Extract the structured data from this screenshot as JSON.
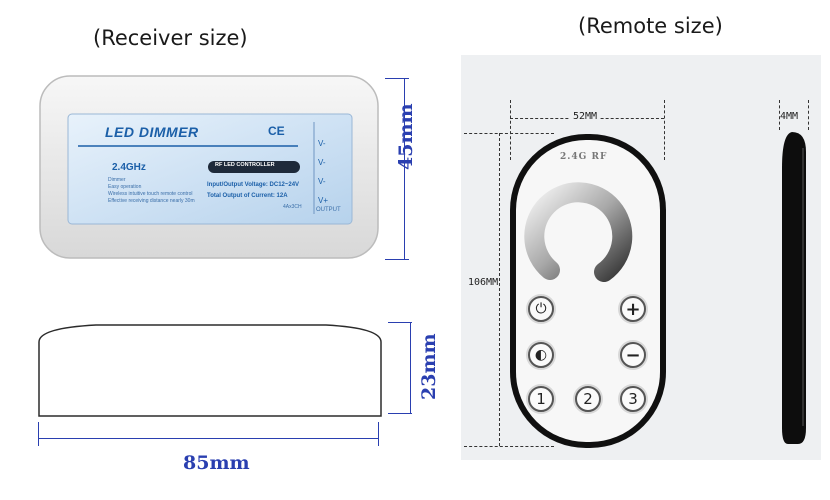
{
  "titles": {
    "receiver": "(Receiver size)",
    "remote": "(Remote size)"
  },
  "receiver": {
    "brand_label": "LED  DIMMER",
    "cert_marks": "CE",
    "frequency": "2.4GHz",
    "dimmer_label": "Dimmer",
    "controller_badge": "RF LED CONTROLLER",
    "features": [
      "Easy operation",
      "Wireless intuitive touch remote control",
      "Effective receiving distance nearly 30m"
    ],
    "spec_voltage": "Input/Output Voltage: DC12~24V",
    "spec_current": "Total Output of Current: 12A",
    "spec_channels": "4Ax3CH",
    "terminals": [
      "V-",
      "V-",
      "V-",
      "V+"
    ],
    "output_label": "OUTPUT",
    "height_dim": "45mm",
    "depth_dim": "23mm",
    "width_dim": "85mm"
  },
  "remote": {
    "width_dim": "52MM",
    "height_dim": "106MM",
    "thickness_dim": "4MM",
    "logo": "2.4G RF",
    "buttons": [
      {
        "label": "⏻",
        "name": "power"
      },
      {
        "label": "+",
        "name": "plus"
      },
      {
        "label": "◐",
        "name": "mode"
      },
      {
        "label": "−",
        "name": "minus"
      },
      {
        "label": "1",
        "name": "zone-1"
      },
      {
        "label": "2",
        "name": "zone-2"
      },
      {
        "label": "3",
        "name": "zone-3"
      }
    ]
  },
  "colors": {
    "dimension_blue": "#2a3fb0",
    "label_blue": "#1b5fa8"
  }
}
